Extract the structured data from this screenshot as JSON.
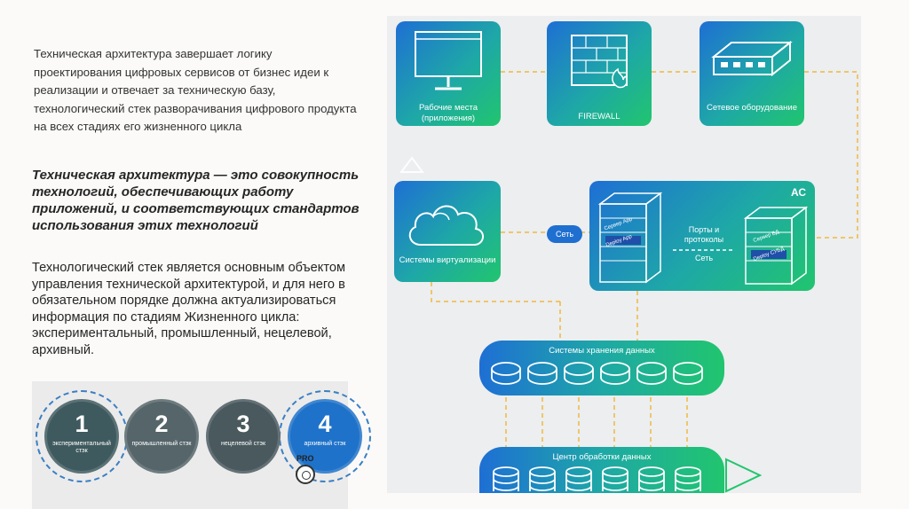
{
  "left": {
    "intro": "Техническая архитектура завершает логику проектирования цифровых сервисов от бизнес идеи к реализации и отвечает за техническую базу, технологический стек разворачивания цифрового продукта на всех стадиях его жизненного цикла",
    "definition": "Техническая архитектура — это совокупность технологий, обеспечивающих работу приложений, и соответствующих стандартов использования этих технологий",
    "stack_text": "Технологический стек является основным объектом управления технической архитектурой, и для него в обязательном порядке должна актуализироваться информация по стадиям Жизненного цикла: экспериментальный, промышленный, нецелевой, архивный."
  },
  "stages": [
    {
      "num": "1",
      "label": "экспериментальный стэк",
      "color": "#3f5a5e"
    },
    {
      "num": "2",
      "label": "промышленный стэк",
      "color": "#55656a"
    },
    {
      "num": "3",
      "label": "нецелевой стэк",
      "color": "#49595e"
    },
    {
      "num": "4",
      "label": "архивный стэк",
      "color": "#1f72c9"
    }
  ],
  "pro_label": "PRO",
  "diagram": {
    "workplaces": "Рабочие места (приложения)",
    "firewall": "FIREWALL",
    "network_equipment": "Сетевое оборудование",
    "virtualization": "Системы виртуализации",
    "ac": "АС",
    "server_app": "Сервер App",
    "server_db": "Сервер БД",
    "deploy_app": "Deploy App",
    "deploy_db": "Deploy СУБД",
    "ports_protocols": "Порты и протоколы",
    "network_inner": "Сеть",
    "network_tag": "Сеть",
    "storage": "Системы хранения данных",
    "data_center": "Центр обработки данных"
  },
  "colors": {
    "accent": "#1f6fd0",
    "green": "#21c56e",
    "dash": "#f0b840"
  }
}
